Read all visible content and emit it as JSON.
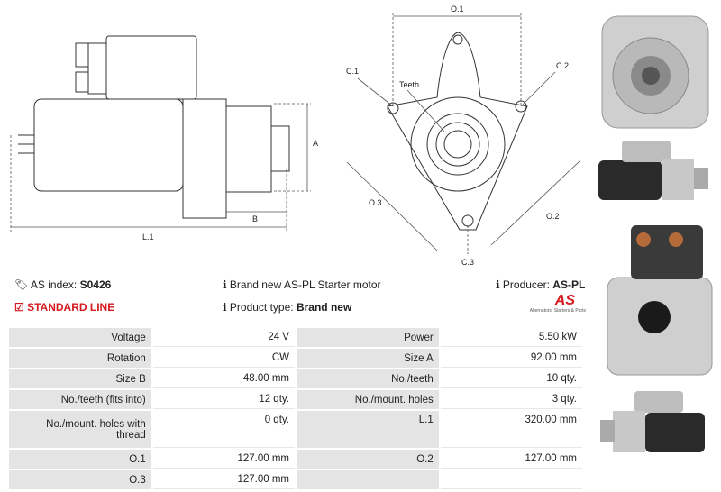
{
  "drawing_labels": {
    "o1": "O.1",
    "c1": "C.1",
    "c2": "C.2",
    "c3": "C.3",
    "teeth": "Teeth",
    "a": "A",
    "b": "B",
    "l1": "L.1",
    "o2": "O.2",
    "o3": "O.3"
  },
  "info": {
    "as_index_label": "AS index:",
    "as_index_value": "S0426",
    "standard_line": "STANDARD LINE",
    "description": "Brand new AS-PL Starter motor",
    "product_type_label": "Product type:",
    "product_type_value": "Brand new",
    "producer_label": "Producer:",
    "producer_value": "AS-PL"
  },
  "logo": {
    "text": "AS",
    "tagline": "Alternators, Starters & Parts"
  },
  "colors": {
    "accent_red": "#d71920",
    "label_bg": "#e4e4e4"
  },
  "specs": [
    [
      "Voltage",
      "24 V",
      "Power",
      "5.50 kW"
    ],
    [
      "Rotation",
      "CW",
      "Size A",
      "92.00 mm"
    ],
    [
      "Size B",
      "48.00 mm",
      "No./teeth",
      "10 qty."
    ],
    [
      "No./teeth (fits into)",
      "12 qty.",
      "No./mount. holes",
      "3 qty."
    ],
    [
      "No./mount. holes with thread",
      "0 qty.",
      "L.1",
      "320.00 mm"
    ],
    [
      "O.1",
      "127.00 mm",
      "O.2",
      "127.00 mm"
    ],
    [
      "O.3",
      "127.00 mm",
      "",
      ""
    ]
  ]
}
